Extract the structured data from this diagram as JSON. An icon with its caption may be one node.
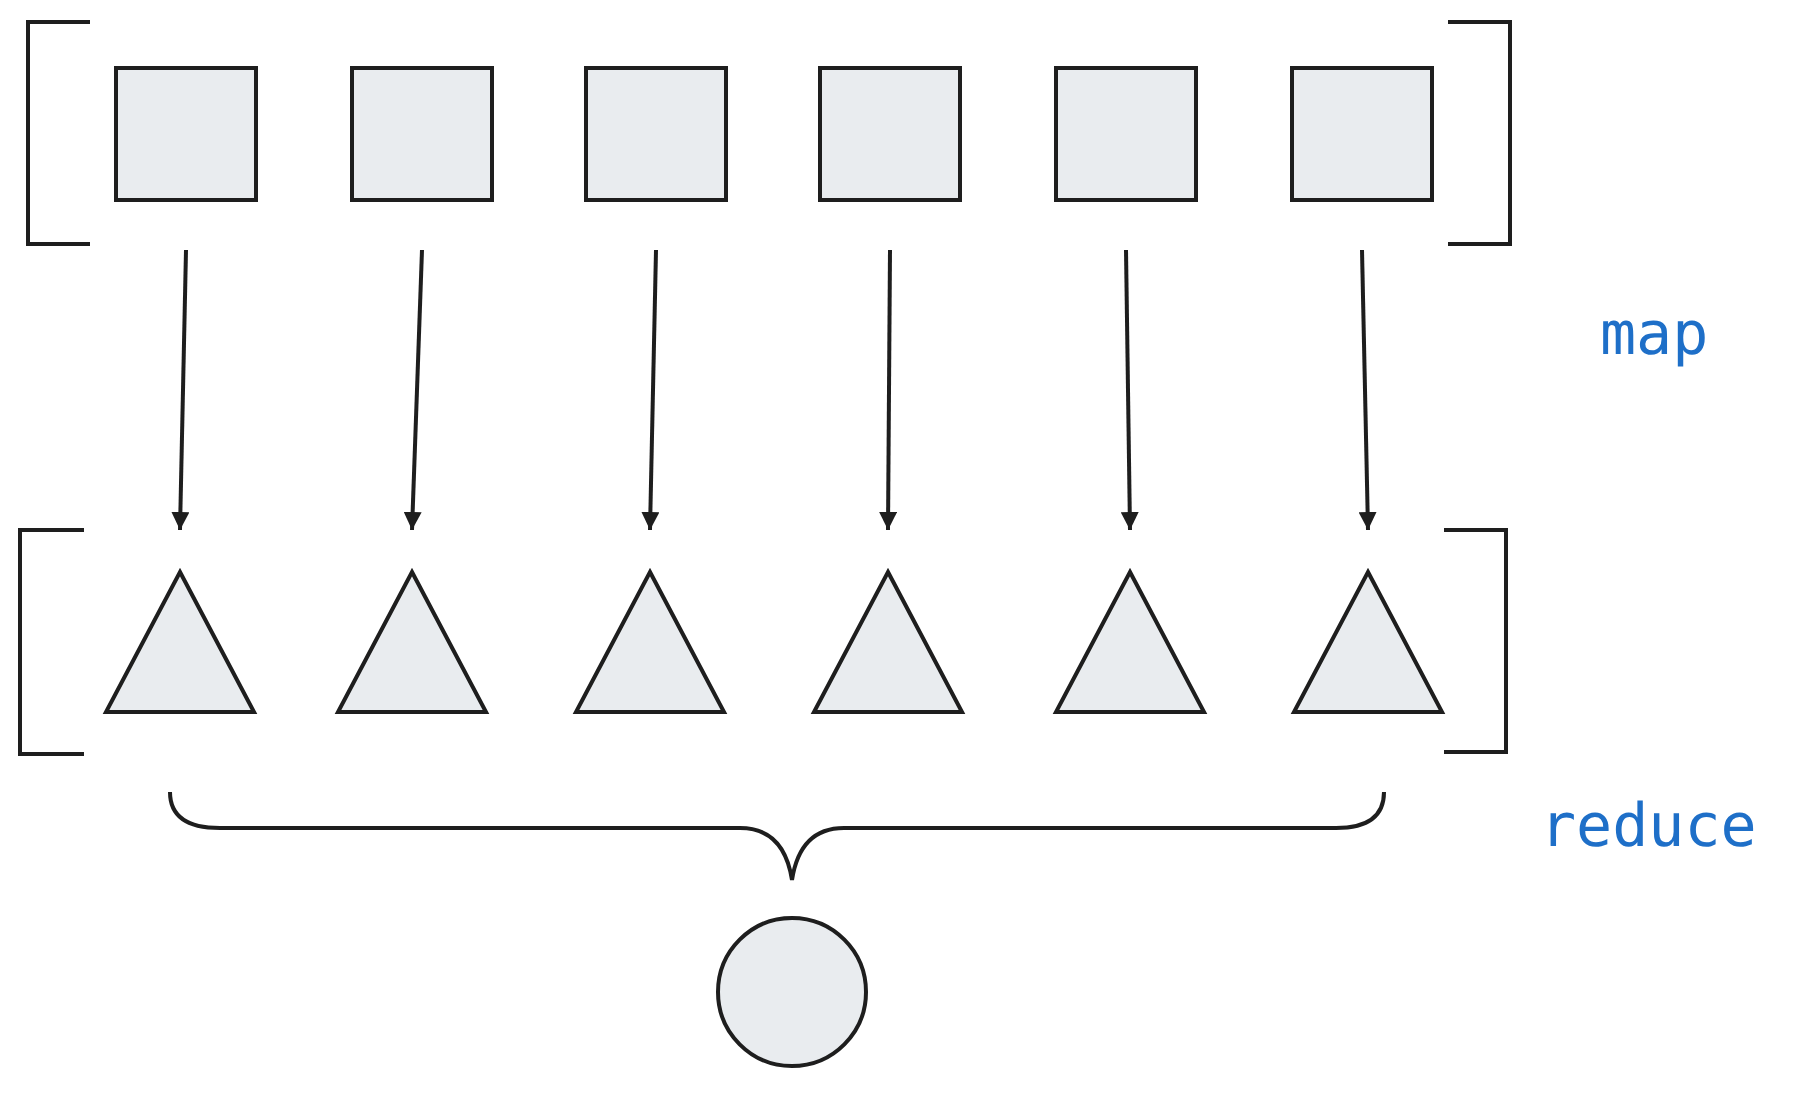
{
  "diagram": {
    "nodes": [
      {
        "text": [],
        "shape": "box"
      },
      {
        "text": [],
        "shape": "box"
      },
      {
        "text": [],
        "shape": "box"
      },
      {
        "text": [],
        "shape": "box"
      },
      {
        "text": [],
        "shape": "box"
      },
      {
        "text": [],
        "shape": "box"
      },
      {
        "text": [],
        "shape": "triangle"
      },
      {
        "text": [],
        "shape": "triangle"
      },
      {
        "text": [],
        "shape": "triangle"
      },
      {
        "text": [],
        "shape": "triangle"
      },
      {
        "text": [],
        "shape": "triangle"
      },
      {
        "text": [],
        "shape": "triangle"
      },
      {
        "text": [],
        "shape": "circle"
      }
    ],
    "edges": [
      {
        "from": 0,
        "to": 6,
        "arrow": "to"
      },
      {
        "from": 1,
        "to": 7,
        "arrow": "to"
      },
      {
        "from": 2,
        "to": 8,
        "arrow": "to"
      },
      {
        "from": 3,
        "to": 9,
        "arrow": "to"
      },
      {
        "from": 4,
        "to": 10,
        "arrow": "to"
      },
      {
        "from": 5,
        "to": 11,
        "arrow": "to"
      }
    ],
    "labels": [
      "map",
      "reduce"
    ]
  }
}
